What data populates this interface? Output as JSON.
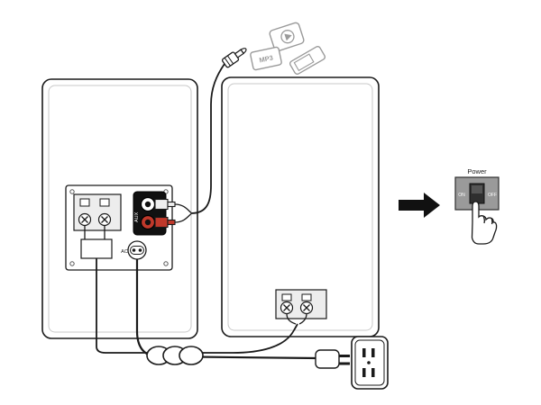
{
  "diagram": {
    "labels": {
      "power": "Power",
      "on": "ON",
      "off": "OFF",
      "aux": "AUX",
      "ac": "AC",
      "mp3": "MP3"
    },
    "colors": {
      "line": "#1a1a1a",
      "device_grey": "#9a9a9a",
      "rca_red": "#c0392b",
      "switch_panel_grey": "#9a9a9a",
      "rocker_dark": "#2f2f2f",
      "background": "#ffffff"
    },
    "icons": [
      "left-speaker",
      "right-speaker",
      "rear-panel",
      "speaker-terminal-left",
      "speaker-terminal-right",
      "aux-input-jacks",
      "rca-plugs",
      "ac-inlet",
      "power-cord",
      "cord-coil",
      "power-plug",
      "wall-outlet",
      "aux-cable",
      "aux-plug-3-5mm",
      "media-player-icon",
      "mp3-player-icon",
      "phone-icon",
      "right-arrow-icon",
      "power-switch-panel",
      "power-rocker",
      "pointing-hand-icon"
    ]
  }
}
